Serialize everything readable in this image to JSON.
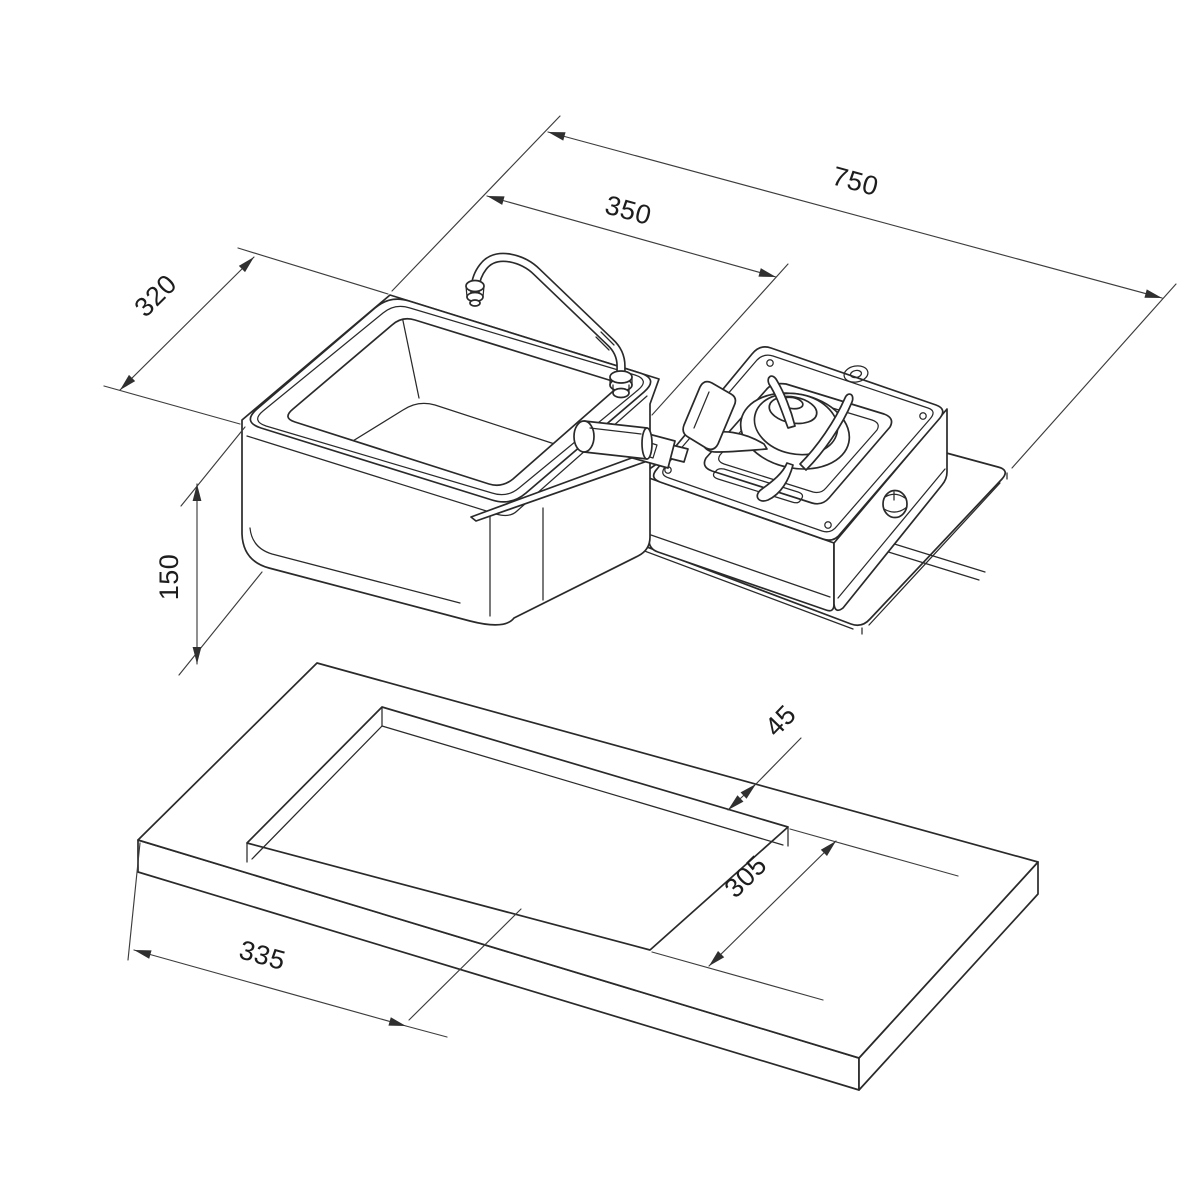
{
  "page": {
    "background_color": "#ffffff",
    "line_color": "#2a2a2a",
    "dimension_line_color": "#3d3d3d",
    "text_color": "#1d1d1d"
  },
  "assembly_view": {
    "name": "sink-and-hob-isometric-assembly",
    "parts": [
      "sink-bowl",
      "mixer-tap",
      "hinge-assembly",
      "mounting-flange",
      "gas-hob",
      "burner-dome",
      "pan-support",
      "igniter-button",
      "control-knob"
    ],
    "dimensions": {
      "overall_length": "750",
      "tap_section_length": "350",
      "unit_depth": "320",
      "bowl_height": "150"
    }
  },
  "cutout_view": {
    "name": "worktop-cutout-isometric",
    "parts": [
      "worktop-slab",
      "rectangular-cutout"
    ],
    "dimensions": {
      "edge_offset": "45",
      "cutout_depth": "305",
      "cutout_length": "335"
    }
  }
}
